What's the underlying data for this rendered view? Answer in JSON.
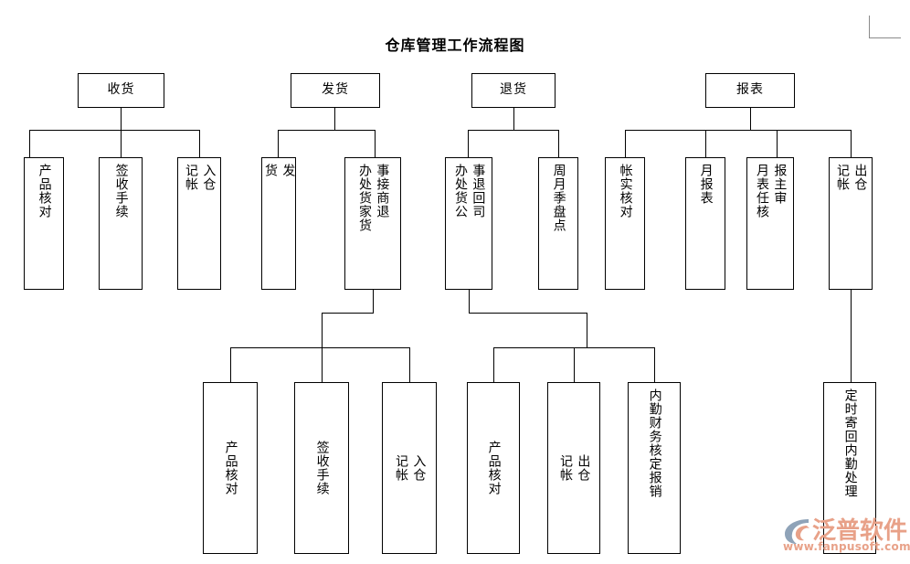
{
  "document": {
    "title": "仓库管理工作流程图"
  },
  "watermark": {
    "brand": "泛普软件",
    "url": "www.fanpusoft.com",
    "logo_icon": "fanpu-swoosh-logo-icon",
    "brand_color": "#e8a188",
    "logo_color": "#8fa3b8"
  },
  "page_marks": {
    "corner_icon": "page-margin-corner-icon"
  },
  "flowchart": {
    "type": "tree",
    "orientation": "top-down",
    "line_color": "#000000",
    "branches": [
      {
        "id": "receiving",
        "root": {
          "label": "收货",
          "columns": [
            "收货"
          ]
        },
        "children": [
          {
            "id": "recv-1",
            "label": "产品核对",
            "columns": [
              "产品核对"
            ]
          },
          {
            "id": "recv-2",
            "label": "签收手续",
            "columns": [
              "签收手续"
            ]
          },
          {
            "id": "recv-3",
            "label": "入仓 记帐",
            "columns": [
              "入仓\n记帐"
            ]
          }
        ]
      },
      {
        "id": "shipping",
        "root": {
          "label": "发货",
          "columns": [
            "发货"
          ]
        },
        "children": [
          {
            "id": "ship-1",
            "label": "发 货",
            "columns": [
              "发\n货"
            ]
          },
          {
            "id": "ship-2",
            "label": "接商家退货事处办货",
            "columns": [
              "事接商退",
              "办处货家货"
            ]
          }
        ],
        "sub": {
          "parent": "ship-2",
          "children": [
            {
              "id": "ship-2a",
              "label": "产品核对",
              "columns": [
                "产品核对"
              ]
            },
            {
              "id": "ship-2b",
              "label": "签收手续",
              "columns": [
                "签收手续"
              ]
            },
            {
              "id": "ship-2c",
              "label": "入仓 记帐",
              "columns": [
                "入仓\n记帐"
              ]
            }
          ]
        }
      },
      {
        "id": "returns",
        "root": {
          "label": "退货",
          "columns": [
            "退货"
          ]
        },
        "children": [
          {
            "id": "ret-1",
            "label": "退回公司事办处货",
            "columns": [
              "事退回司",
              "办处货公"
            ]
          },
          {
            "id": "ret-2",
            "label": "周月季盘点",
            "columns": [
              "周月季盘点"
            ]
          }
        ],
        "sub": {
          "parent": "ret-1",
          "children": [
            {
              "id": "ret-1a",
              "label": "产品核对",
              "columns": [
                "产品核对"
              ]
            },
            {
              "id": "ret-1b",
              "label": "出仓 记帐",
              "columns": [
                "出仓\n记帐"
              ]
            },
            {
              "id": "ret-1c",
              "label": "内勤财务核定报销",
              "columns": [
                "内勤财务核定报销"
              ]
            }
          ]
        }
      },
      {
        "id": "reports",
        "root": {
          "label": "报表",
          "columns": [
            "报表"
          ]
        },
        "children": [
          {
            "id": "rep-1",
            "label": "帐实核对",
            "columns": [
              "帐实核对"
            ]
          },
          {
            "id": "rep-2",
            "label": "月报表",
            "columns": [
              "月报表"
            ]
          },
          {
            "id": "rep-3",
            "label": "月报表主任审核",
            "columns": [
              "报主审",
              "月表任核"
            ]
          },
          {
            "id": "rep-4",
            "label": "出仓 记帐",
            "columns": [
              "出仓\n记帐"
            ]
          }
        ],
        "sub": {
          "parent": "rep-4",
          "children": [
            {
              "id": "rep-4a",
              "label": "定时寄回内勤处理",
              "columns": [
                "定时寄回内勤处理"
              ]
            }
          ]
        }
      }
    ]
  }
}
